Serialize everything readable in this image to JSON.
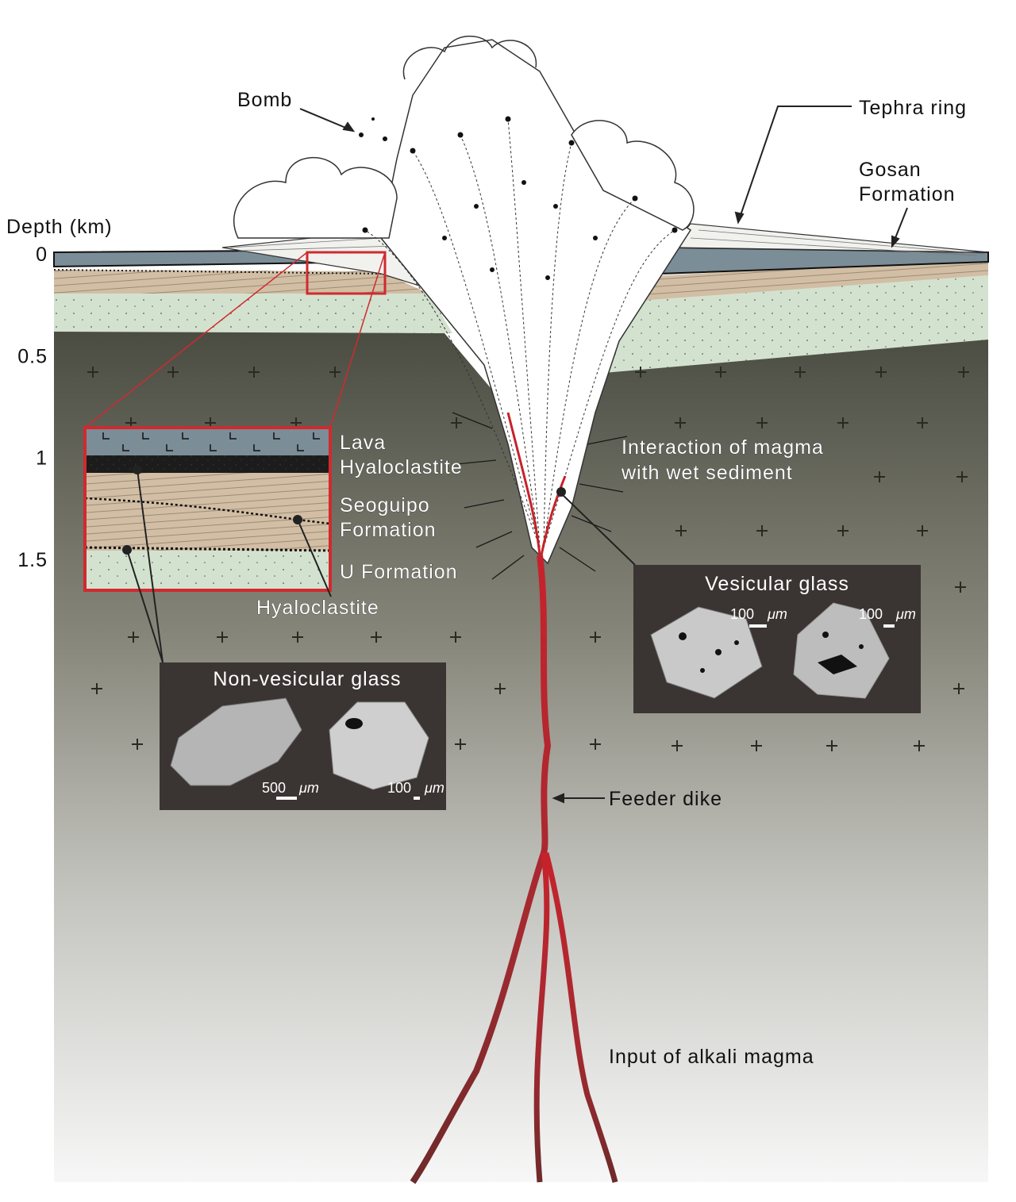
{
  "depth_axis": {
    "title": "Depth (km)",
    "ticks": [
      {
        "label": "0",
        "value": 0
      },
      {
        "label": "0.5",
        "value": 0.5
      },
      {
        "label": "1",
        "value": 1
      },
      {
        "label": "1.5",
        "value": 1.5
      }
    ]
  },
  "labels": {
    "bomb": "Bomb",
    "tephra_ring": "Tephra ring",
    "gosan_line1": "Gosan",
    "gosan_line2": "Formation",
    "interaction_line1": "Interaction of magma",
    "interaction_line2": "with wet sediment",
    "feeder_dike": "Feeder dike",
    "input_magma": "Input of alkali magma"
  },
  "inset": {
    "lava": "Lava",
    "hyaloclastite_top": "Hyaloclastite",
    "seoguipo_line1": "Seoguipo",
    "seoguipo_line2": "Formation",
    "u_formation": "U Formation",
    "hyaloclastite_bottom": "Hyaloclastite"
  },
  "panels": {
    "vesicular": {
      "title": "Vesicular glass",
      "scale_left": "100",
      "scale_right": "100",
      "unit": "μm"
    },
    "non_vesicular": {
      "title": "Non-vesicular glass",
      "scale_left": "500",
      "scale_right": "100",
      "unit": "μm"
    }
  },
  "colors": {
    "lava": "#7b8d97",
    "sediment": "#d2bea4",
    "u_formation": "#d3e2cf",
    "basement_top": "#4a4c42",
    "basement_bottom": "#ffffff",
    "dike": "#b3262d",
    "inset_border": "#d02a2e",
    "panel": "#3a3432"
  }
}
